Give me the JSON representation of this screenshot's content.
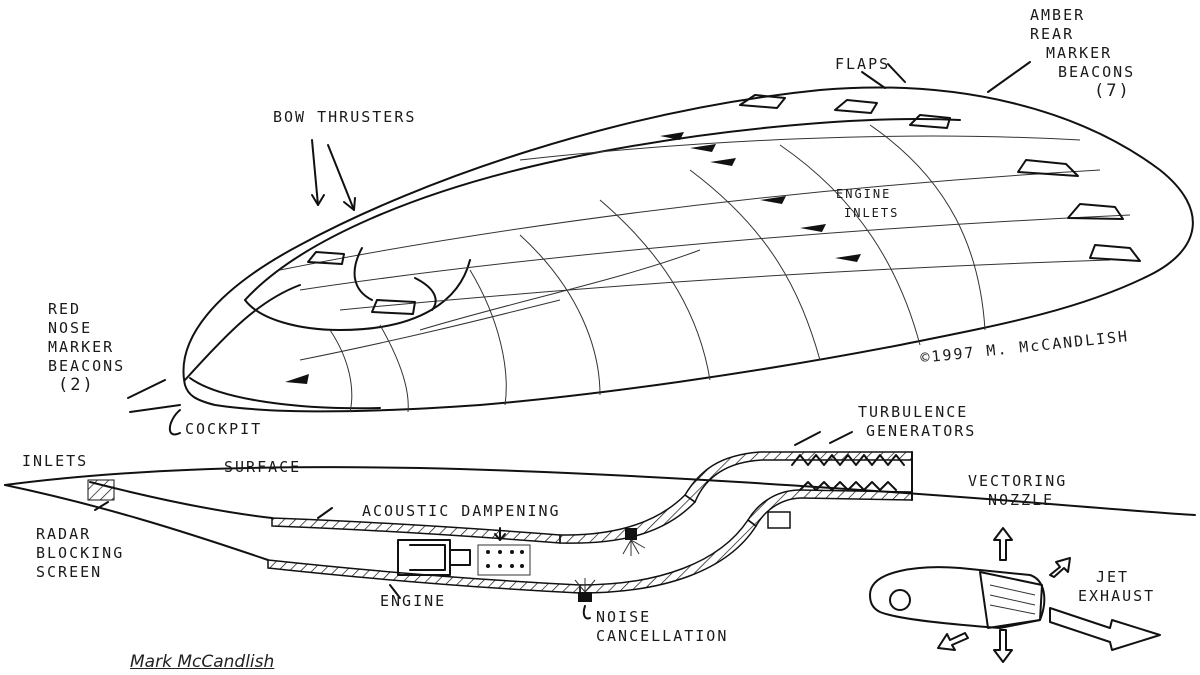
{
  "labels": {
    "flaps": "FLAPS",
    "amber": [
      "AMBER",
      "REAR",
      "MARKER",
      "BEACONS",
      "(7)"
    ],
    "bow": "BOW THRUSTERS",
    "engine_inlets": [
      "ENGINE",
      "INLETS"
    ],
    "red": [
      "RED",
      "NOSE",
      "MARKER",
      "BEACONS",
      "(2)"
    ],
    "copyright": "©1997 M. McCANDLISH",
    "cockpit": "COCKPIT",
    "turbulence": [
      "TURBULENCE",
      "GENERATORS"
    ],
    "inlets": "INLETS",
    "surface": "SURFACE",
    "vectoring": [
      "VECTORING",
      "NOZZLE"
    ],
    "acoustic": "ACOUSTIC DAMPENING",
    "radar": [
      "RADAR",
      "BLOCKING",
      "SCREEN"
    ],
    "engine": "ENGINE",
    "noise": [
      "NOISE",
      "CANCELLATION"
    ],
    "jet": [
      "JET",
      "EXHAUST"
    ]
  },
  "credit": "Mark McCandlish"
}
